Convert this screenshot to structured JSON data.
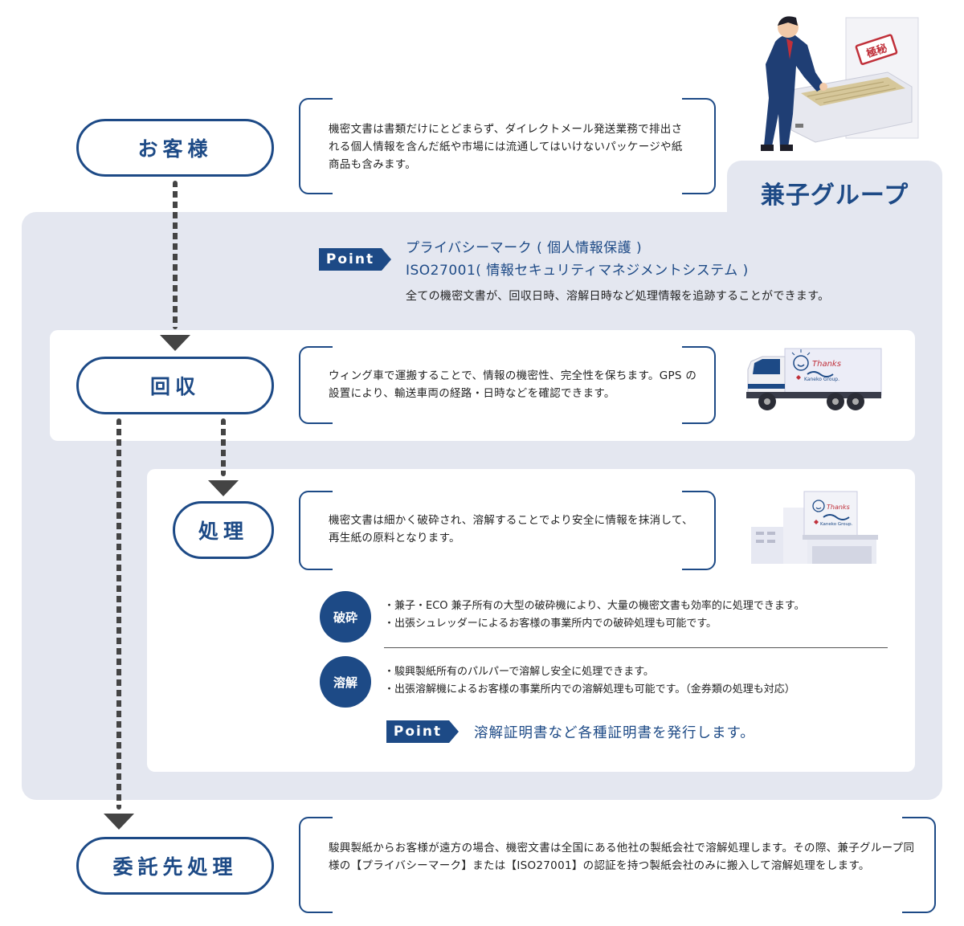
{
  "group": {
    "title": "兼子グループ"
  },
  "steps": {
    "customer": {
      "label": "お客様",
      "desc": "機密文書は書類だけにとどまらず、ダイレクトメール発送業務で排出される個人情報を含んだ紙や市場には流通してはいけないパッケージや紙商品も含みます。"
    },
    "collection": {
      "label": "回収",
      "desc": "ウィング車で運搬することで、情報の機密性、完全性を保ちます。GPS の設置により、輸送車両の経路・日時などを確認できます。"
    },
    "processing": {
      "label": "処理",
      "desc": "機密文書は細かく破砕され、溶解することでより安全に情報を抹消して、再生紙の原料となります。"
    },
    "outsourced": {
      "label": "委託先処理",
      "desc": "駿興製紙からお客様が遠方の場合、機密文書は全国にある他社の製紙会社で溶解処理します。その際、兼子グループ同様の【プライバシーマーク】または【ISO27001】の認証を持つ製紙会社のみに搬入して溶解処理をします。"
    }
  },
  "point1": {
    "badge": "Point",
    "line1": "プライバシーマーク ( 個人情報保護 )",
    "line2": "ISO27001( 情報セキュリティマネジメントシステム )",
    "sub": "全ての機密文書が、回収日時、溶解日時など処理情報を追跡することができます。"
  },
  "crush": {
    "label": "破砕",
    "bullets": [
      "・兼子・ECO 兼子所有の大型の破砕機により、大量の機密文書も効率的に処理できます。",
      "・出張シュレッダーによるお客様の事業所内での破砕処理も可能です。"
    ]
  },
  "dissolve": {
    "label": "溶解",
    "bullets": [
      "・駿興製紙所有のパルパーで溶解し安全に処理できます。",
      "・出張溶解機によるお客様の事業所内での溶解処理も可能です。（金券類の処理も対応）"
    ]
  },
  "point2": {
    "badge": "Point",
    "text": "溶解証明書など各種証明書を発行します。"
  },
  "illustrations": {
    "stamp": "極秘",
    "truck_thanks": "Thanks",
    "truck_brand": "Kaneko Group.",
    "building_thanks": "Thanks",
    "building_brand": "Kaneko Group."
  },
  "colors": {
    "navy": "#1d4a86",
    "group_bg": "#e4e7f0",
    "arrow": "#444444"
  }
}
